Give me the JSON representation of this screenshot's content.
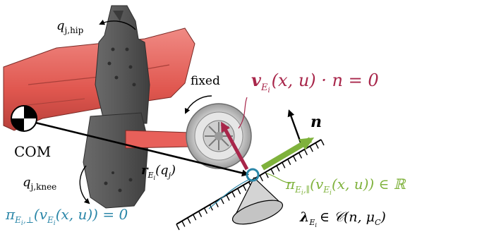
{
  "labels": {
    "q_hip_base": "q",
    "q_hip_sub": "j,hip",
    "q_knee_base": "q",
    "q_knee_sub": "j,knee",
    "com": "COM",
    "fixed": "fixed",
    "n": "n",
    "velocity_constraint": "v",
    "velocity_constraint_sub": "E",
    "velocity_constraint_subsub": "i",
    "velocity_constraint_rest": "(x, u) · n = 0",
    "r_main": "r",
    "r_sub": "E",
    "r_subsub": "i",
    "r_rest": "(q",
    "r_j": "j",
    "r_close": ")",
    "pi_par_main": "π",
    "pi_par_sub": "E",
    "pi_par_subsub": "i",
    "pi_par_subrest": ",∥",
    "pi_par_rest_1": "(v",
    "pi_par_rest_sub": "E",
    "pi_par_rest_subsub": "i",
    "pi_par_rest_2": "(x, u)) ∈ ℝ",
    "pi_perp_main": "π",
    "pi_perp_sub": "E",
    "pi_perp_subsub": "i",
    "pi_perp_subrest": ",⊥",
    "pi_perp_rest_1": "(v",
    "pi_perp_rest_sub": "E",
    "pi_perp_rest_subsub": "i",
    "pi_perp_rest_2": "(x, u)) = 0",
    "lambda_main": "λ",
    "lambda_sub": "E",
    "lambda_subsub": "i",
    "lambda_rest": "∈ 𝒞(n, μ",
    "lambda_mu_sub": "C",
    "lambda_close": ")"
  },
  "colors": {
    "velocity": "#a8264a",
    "parallel": "#7fb23c",
    "perpendicular": "#2a86a8",
    "robot_body": "#e8605a",
    "robot_leg": "#5b5b5b",
    "wheel": "#d9d9d9",
    "black": "#000000"
  },
  "icons": {
    "com_marker": "com-checkered-circle-icon",
    "friction_cone": "cone-icon",
    "rotation_arrow": "curved-arrow-icon"
  }
}
